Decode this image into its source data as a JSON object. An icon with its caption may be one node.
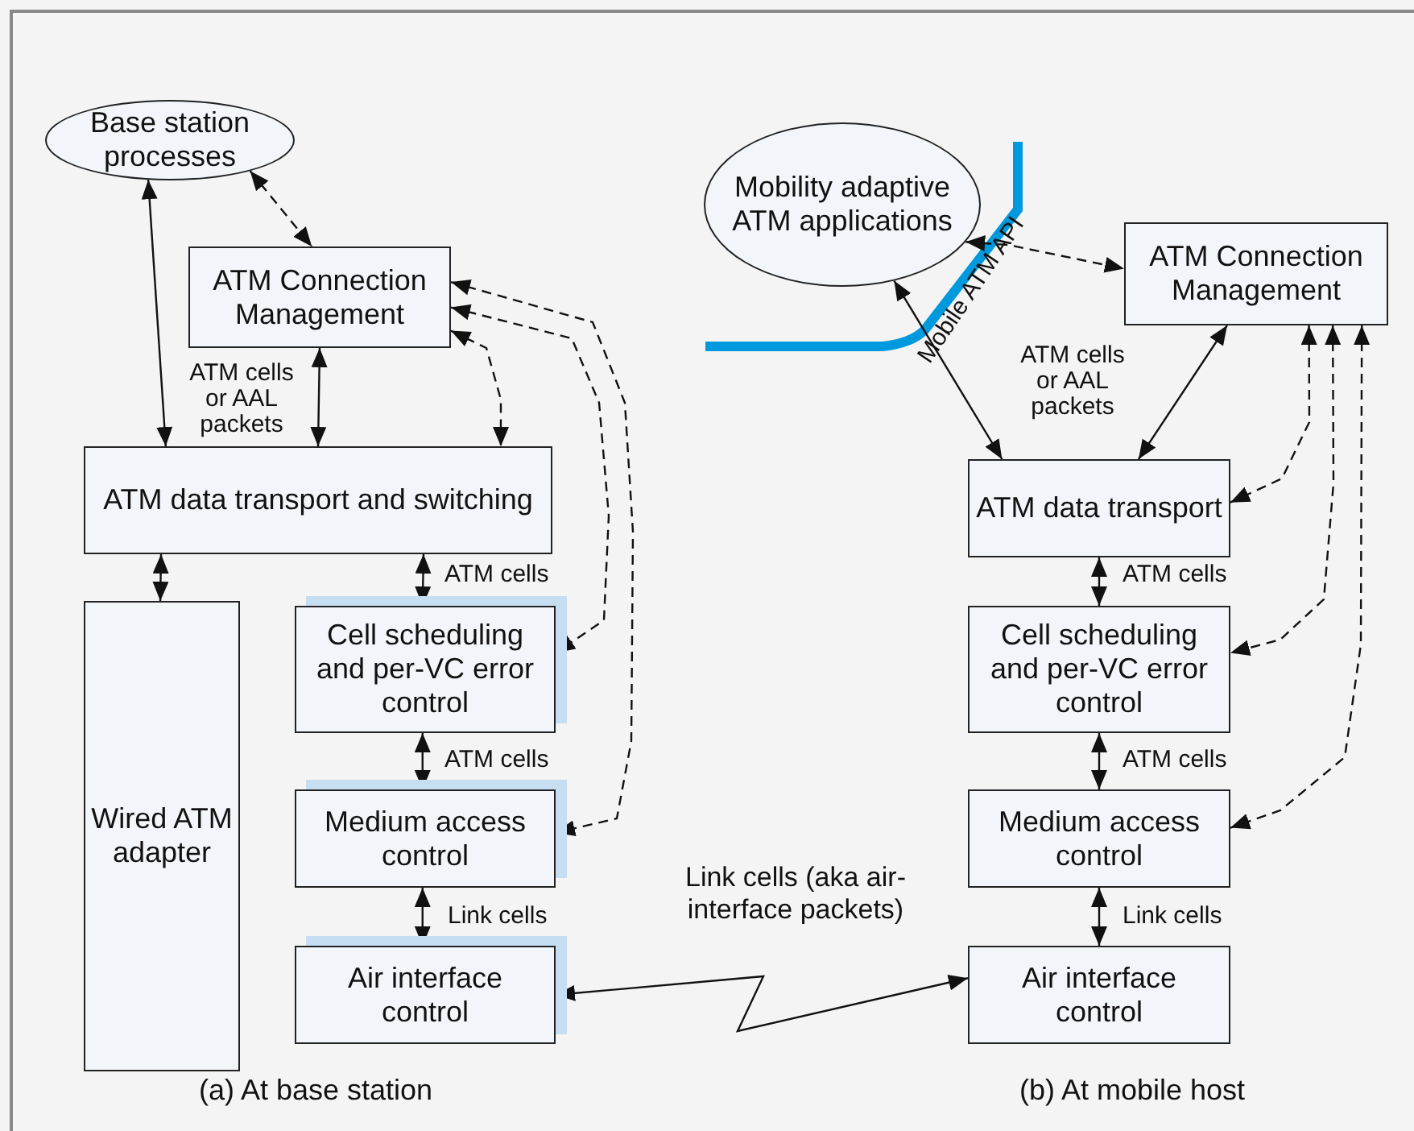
{
  "diagram": {
    "nodes": [
      {
        "text": [
          "Base station processes"
        ]
      },
      {
        "text": [
          "ATM Connection Management"
        ]
      },
      {
        "text": [
          "ATM data transport and switching"
        ]
      },
      {
        "text": [
          "Wired ATM adapter"
        ]
      },
      {
        "text": [
          "Cell scheduling and per-VC error control"
        ]
      },
      {
        "text": [
          "Medium access control"
        ]
      },
      {
        "text": [
          "Air interface control"
        ]
      },
      {
        "text": [
          "Mobility adaptive ATM applications"
        ]
      },
      {
        "text": [
          "ATM Connection Management"
        ]
      },
      {
        "text": [
          "ATM data transport"
        ]
      },
      {
        "text": [
          "Cell scheduling and per-VC error control"
        ]
      },
      {
        "text": [
          "Medium access control"
        ]
      },
      {
        "text": [
          "Air interface control"
        ]
      }
    ],
    "edges": [
      {
        "from": 0,
        "to": 2,
        "arrow": "both"
      },
      {
        "from": 0,
        "to": 1,
        "arrow": "both",
        "style": "dashed"
      },
      {
        "from": 1,
        "to": 2,
        "arrow": "both",
        "label": "ATM cells or AAL packets"
      },
      {
        "from": 1,
        "to": 2,
        "arrow": "both",
        "style": "dashed"
      },
      {
        "from": 1,
        "to": 4,
        "arrow": "both",
        "style": "dashed"
      },
      {
        "from": 1,
        "to": 5,
        "arrow": "both",
        "style": "dashed"
      },
      {
        "from": 2,
        "to": 3,
        "arrow": "both"
      },
      {
        "from": 2,
        "to": 4,
        "arrow": "both",
        "label": "ATM cells"
      },
      {
        "from": 4,
        "to": 5,
        "arrow": "both",
        "label": "ATM cells"
      },
      {
        "from": 5,
        "to": 6,
        "arrow": "both",
        "label": "Link cells"
      },
      {
        "from": 6,
        "to": 12,
        "arrow": "both",
        "label": "Link cells (aka air-interface packets)"
      },
      {
        "from": 7,
        "to": 8,
        "arrow": "both",
        "style": "dashed"
      },
      {
        "from": 7,
        "to": 9,
        "arrow": "both"
      },
      {
        "from": 8,
        "to": 9,
        "arrow": "both",
        "label": "ATM cells or AAL packets"
      },
      {
        "from": 8,
        "to": 9,
        "arrow": "both",
        "style": "dashed"
      },
      {
        "from": 8,
        "to": 10,
        "arrow": "both",
        "style": "dashed"
      },
      {
        "from": 8,
        "to": 11,
        "arrow": "both",
        "style": "dashed"
      },
      {
        "from": 9,
        "to": 10,
        "arrow": "both",
        "label": "ATM cells"
      },
      {
        "from": 10,
        "to": 11,
        "arrow": "both",
        "label": "ATM cells"
      },
      {
        "from": 11,
        "to": 12,
        "arrow": "both",
        "label": "Link cells"
      }
    ],
    "labels": [
      "Mobile ATM API",
      "(a) At base station",
      "(b) At mobile host"
    ]
  }
}
